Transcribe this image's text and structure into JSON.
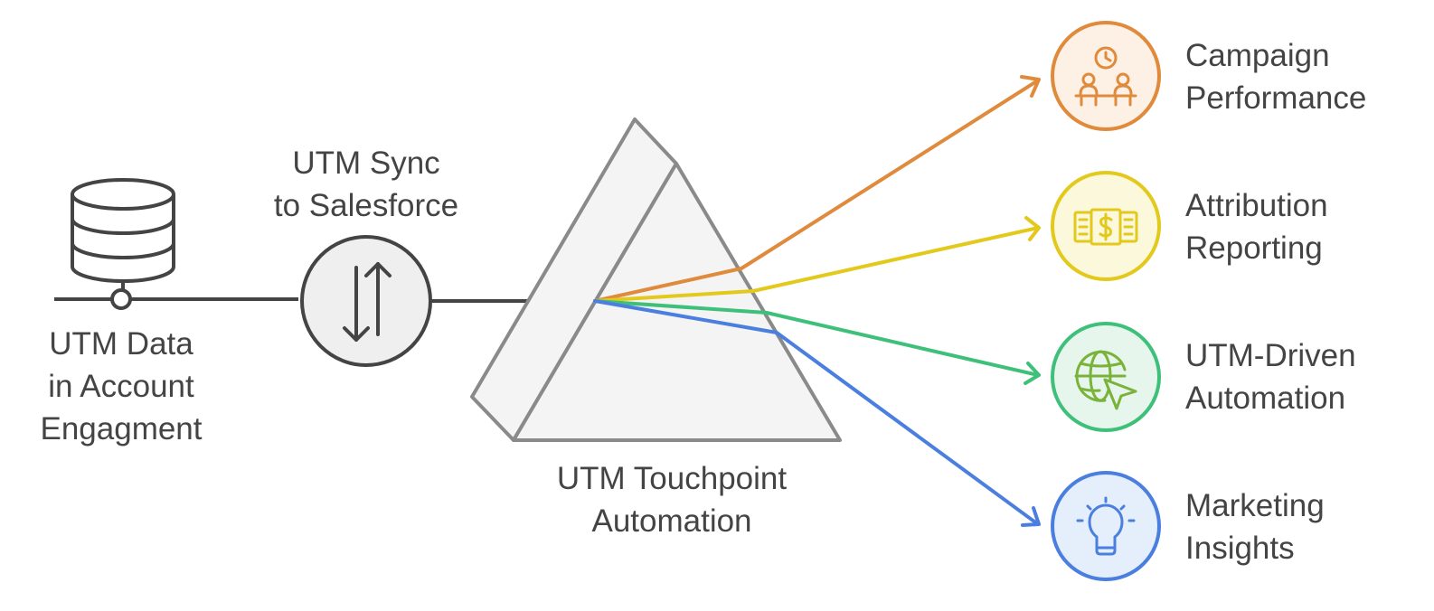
{
  "source": {
    "label_lines": [
      "UTM Data",
      "in Account",
      "Engagment"
    ],
    "icon": "database-icon"
  },
  "sync": {
    "label_lines": [
      "UTM Sync",
      "to Salesforce"
    ],
    "icon": "up-down-arrows-icon"
  },
  "prism": {
    "label_lines": [
      "UTM Touchpoint",
      "Automation"
    ]
  },
  "outputs": [
    {
      "label_lines": [
        "Campaign",
        "Performance"
      ],
      "icon": "meeting-clock-icon",
      "color": "#E08A3C",
      "fill": "#FDF0E4"
    },
    {
      "label_lines": [
        "Attribution",
        "Reporting"
      ],
      "icon": "money-bills-icon",
      "color": "#E3C91C",
      "fill": "#FCF8DC"
    },
    {
      "label_lines": [
        "UTM-Driven",
        "Automation"
      ],
      "icon": "globe-cursor-icon",
      "color": "#3FC07A",
      "fill": "#E6F6EC"
    },
    {
      "label_lines": [
        "Marketing",
        "Insights"
      ],
      "icon": "lightbulb-icon",
      "color": "#4A7FE0",
      "fill": "#E5EEFB"
    }
  ],
  "colors": {
    "stroke": "#444444",
    "prism_stroke": "#8a8a8a",
    "prism_fill": "#f4f4f4"
  }
}
